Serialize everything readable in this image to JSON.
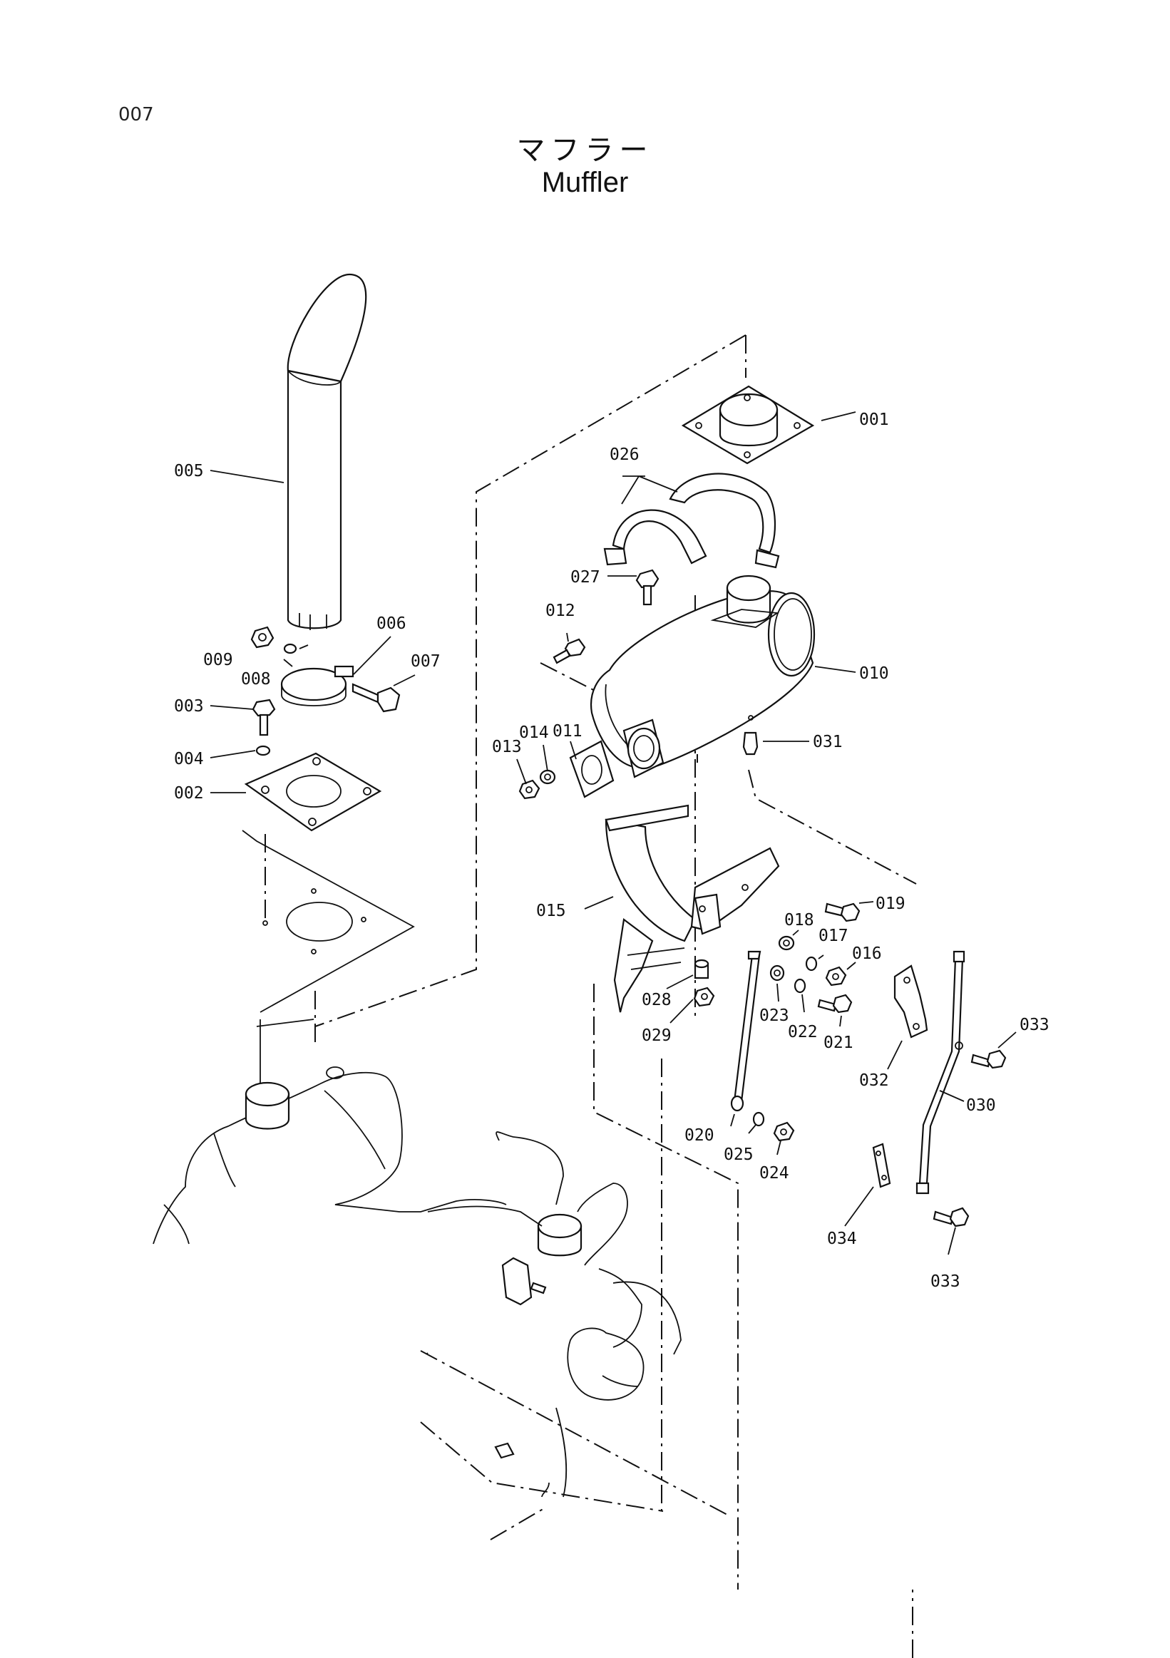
{
  "page_number": "007",
  "title_jp": "マフラー",
  "title_en": "Muffler",
  "part_labels": [
    "001",
    "002",
    "003",
    "004",
    "005",
    "006",
    "007",
    "008",
    "009",
    "010",
    "011",
    "012",
    "013",
    "014",
    "015",
    "016",
    "017",
    "018",
    "019",
    "020",
    "021",
    "022",
    "023",
    "024",
    "025",
    "026",
    "027",
    "028",
    "029",
    "030",
    "031",
    "032",
    "033",
    "033",
    "034"
  ]
}
